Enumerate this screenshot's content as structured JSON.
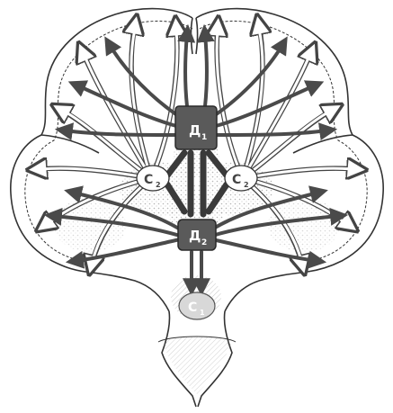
{
  "diagram": {
    "labels": {
      "d1": "Д",
      "d1_sub": "1",
      "d2": "Д",
      "d2_sub": "2",
      "c_left": "С",
      "c_left_sub": "2",
      "c_right": "С",
      "c_right_sub": "2",
      "c_bottom": "С",
      "c_bottom_sub": "1"
    },
    "colors": {
      "outline": "#333333",
      "dark_arrow": "#4a4a4a",
      "light_arrow_fill": "#ffffff",
      "light_arrow_stroke": "#444444",
      "hub_fill": "#5a5a5a",
      "hub_label": "#ffffff",
      "stipple": "#b8b8b8",
      "background": "#ffffff"
    }
  }
}
